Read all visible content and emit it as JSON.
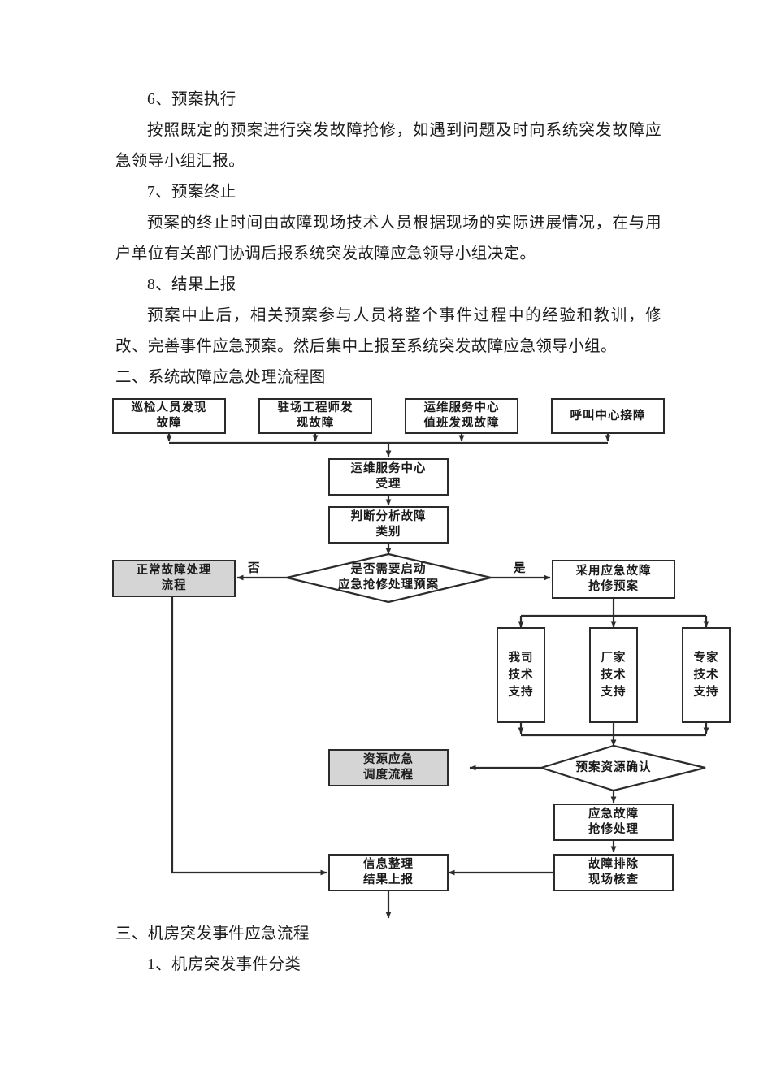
{
  "document": {
    "paragraphs": [
      {
        "text": "6、预案执行",
        "indent": true
      },
      {
        "text": "按照既定的预案进行突发故障抢修，如遇到问题及时向系统突发故障应急领导小组汇报。",
        "indent": true
      },
      {
        "text": "7、预案终止",
        "indent": true
      },
      {
        "text": "预案的终止时间由故障现场技术人员根据现场的实际进展情况，在与用户单位有关部门协调后报系统突发故障应急领导小组决定。",
        "indent": true
      },
      {
        "text": "8、结果上报",
        "indent": true
      },
      {
        "text": "预案中止后，相关预案参与人员将整个事件过程中的经验和教训，修改、完善事件应急预案。然后集中上报至系统突发故障应急领导小组。",
        "indent": true
      },
      {
        "text": "二、系统故障应急处理流程图",
        "indent": false
      }
    ],
    "footer_paragraphs": [
      {
        "text": "三、机房突发事件应急流程",
        "indent": false
      },
      {
        "text": "1、机房突发事件分类",
        "indent": true
      }
    ]
  },
  "flowchart": {
    "title": "系统故障应急处理流程图",
    "colors": {
      "stroke": "#2b2b2b",
      "node_fill": "#ffffff",
      "shaded_fill": "#d5d5d5",
      "text": "#1a1a1a"
    },
    "nodes": {
      "inspect_found": "巡检人员发现\n故障",
      "onsite_engineer_found": "驻场工程师发\n现故障",
      "ops_center_duty_found": "运维服务中心\n值班发现故障",
      "call_center_received": "呼叫中心接障",
      "ops_center_accept": "运维服务中心\n受理",
      "analyze_fault_type": "判断分析故障\n类别",
      "need_emergency_plan": "是否需要启动\n应急抢修处理预案",
      "normal_fault_process": "正常故障处理\n流程",
      "adopt_emergency_plan": "采用应急故障\n抢修预案",
      "our_tech_support": "我司\n技术\n支持",
      "vendor_tech_support": "厂家\n技术\n支持",
      "expert_tech_support": "专家\n技术\n支持",
      "plan_resource_confirm": "预案资源确认",
      "resource_dispatch_process": "资源应急\n调度流程",
      "emergency_fault_repair": "应急故障\n抢修处理",
      "fault_cleared_onsite_check": "故障排除\n现场核查",
      "info_compile_report": "信息整理\n结果上报"
    },
    "edge_labels": {
      "no": "否",
      "yes": "是"
    }
  }
}
